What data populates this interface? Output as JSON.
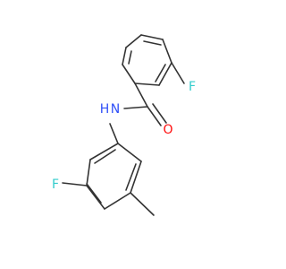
{
  "molecule": {
    "atoms": [
      {
        "id": "f1",
        "label": "F",
        "color": "#33cccc"
      },
      {
        "id": "o1",
        "label": "O",
        "color": "#ff0d0d"
      },
      {
        "id": "n1",
        "label": "N",
        "color": "#3050f8"
      },
      {
        "id": "h1",
        "label": "H",
        "color": "#3050f8"
      },
      {
        "id": "f2",
        "label": "F",
        "color": "#33cccc"
      }
    ],
    "bond_color": "#333333"
  }
}
